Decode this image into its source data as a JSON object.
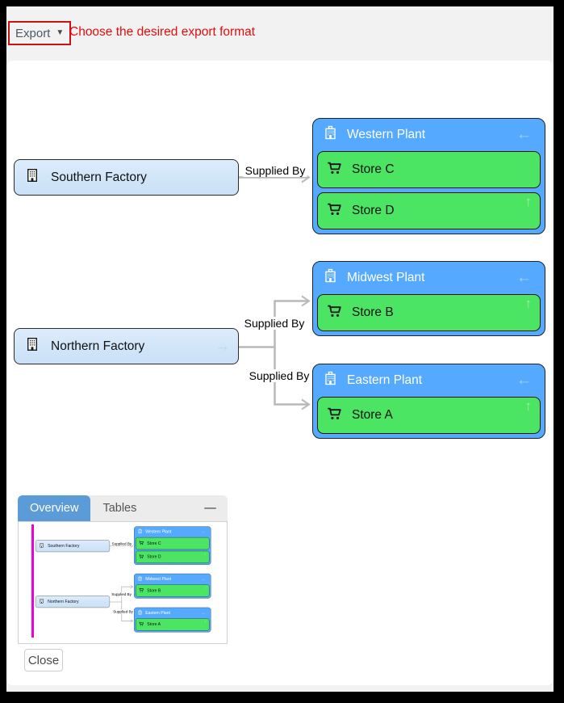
{
  "toolbar": {
    "export_label": "Export",
    "caret_icon": "▼",
    "message": "Choose the desired export format"
  },
  "diagram": {
    "factories": [
      {
        "label": "Southern Factory",
        "out_arrow": ""
      },
      {
        "label": "Northern Factory",
        "out_arrow": "→"
      }
    ],
    "plants": [
      {
        "label": "Western Plant",
        "collapse_arrow": "←",
        "stores": [
          {
            "label": "Store C",
            "up_arrow": ""
          },
          {
            "label": "Store D",
            "up_arrow": "↑"
          }
        ]
      },
      {
        "label": "Midwest Plant",
        "collapse_arrow": "←",
        "stores": [
          {
            "label": "Store B",
            "up_arrow": "↑"
          }
        ]
      },
      {
        "label": "Eastern Plant",
        "collapse_arrow": "←",
        "stores": [
          {
            "label": "Store A",
            "up_arrow": "↑"
          }
        ]
      }
    ],
    "links": [
      {
        "label": "Supplied By",
        "from": "Southern Factory",
        "to": "Western Plant"
      },
      {
        "label": "Supplied By",
        "from": "Northern Factory",
        "to": "Midwest Plant"
      },
      {
        "label": "Supplied By",
        "from": "Northern Factory",
        "to": "Eastern Plant"
      }
    ]
  },
  "overview": {
    "tab_overview": "Overview",
    "tab_tables": "Tables"
  },
  "footer": {
    "close_label": "Close"
  },
  "colors": {
    "plant_header_blue": "#55aaff",
    "store_green": "#4be463",
    "factory_fill_blue": "#cfe3f8",
    "active_tab_blue": "#5b9bd8",
    "export_border_red": "#cc1111",
    "message_red": "#e60c0c",
    "link_gray": "#b9b9b9",
    "viewport_magenta": "#ee00dd"
  }
}
